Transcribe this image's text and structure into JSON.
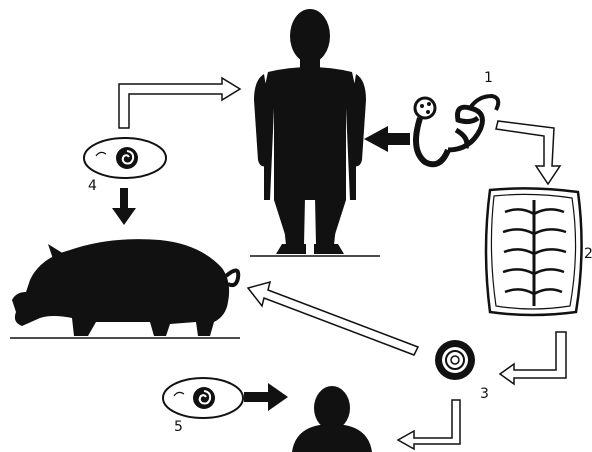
{
  "labels": {
    "n1": "1",
    "n2": "2",
    "n3": "3",
    "n4": "4",
    "n5": "5"
  },
  "colors": {
    "ink": "#111111",
    "paper": "#ffffff"
  }
}
